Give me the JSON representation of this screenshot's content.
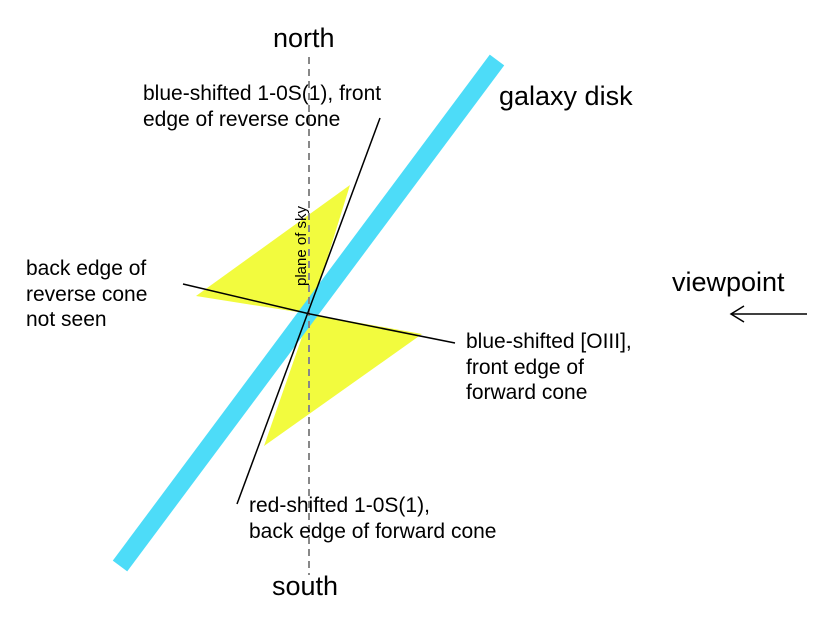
{
  "title_north": "north",
  "title_south": "south",
  "galaxy_disk": "galaxy disk",
  "plane_of_sky": "plane of sky",
  "viewpoint": "viewpoint",
  "viewpoint_arrow": "←",
  "labels": {
    "blue_10s1": [
      "blue-shifted 1-0S(1), front",
      "edge of reverse cone"
    ],
    "back_edge": [
      "back edge of",
      "reverse cone",
      "not seen"
    ],
    "blue_oiii": [
      "blue-shifted [OIII],",
      "front edge of",
      "forward cone"
    ],
    "red_10s1": [
      "red-shifted 1-0S(1),",
      "back edge of forward cone"
    ]
  },
  "colors": {
    "cone": "#f2fb3e",
    "disk": "#4ddcf8",
    "sky_line": "#888888",
    "lines": "#000000"
  }
}
